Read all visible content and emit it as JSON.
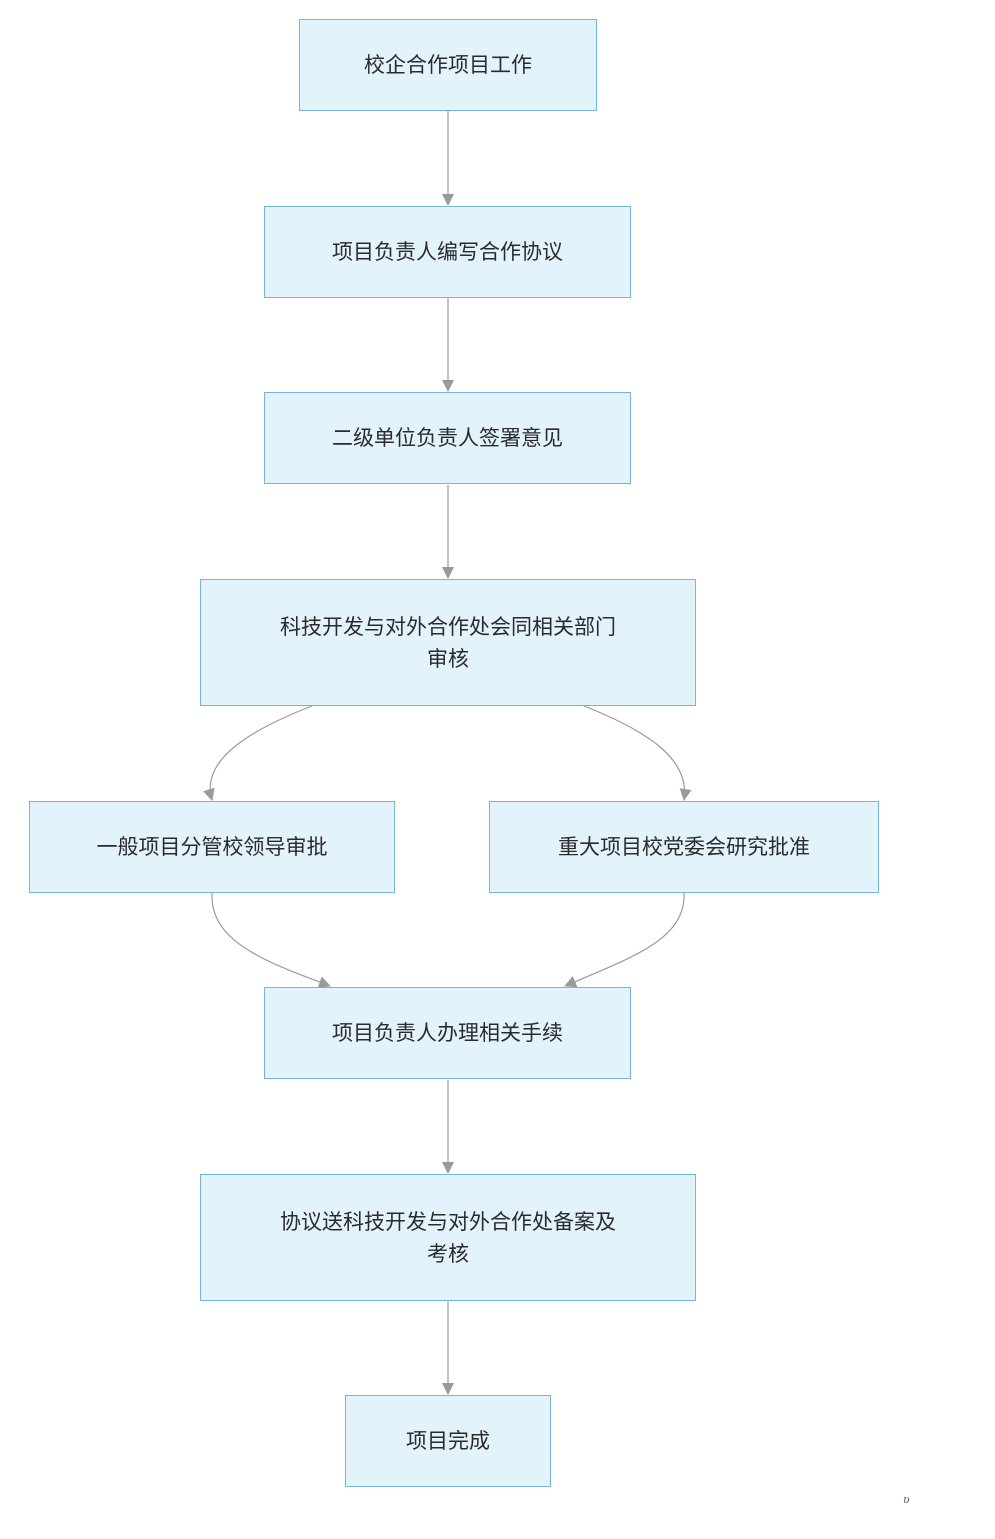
{
  "diagram": {
    "type": "flowchart",
    "colors": {
      "node_fill": "#e3f3fb",
      "node_border": "#76b5df",
      "edge": "#9a9a9a",
      "text": "#2b2b2b"
    },
    "nodes": {
      "start": "校企合作项目工作",
      "draft": "项目负责人编写合作协议",
      "sign": "二级单位负责人签署意见",
      "review_line1": "科技开发与对外合作处会同相关部门",
      "review_line2": "审核",
      "general": "一般项目分管校领导审批",
      "major": "重大项目校党委会研究批准",
      "process": "项目负责人办理相关手续",
      "file_line1": "协议送科技开发与对外合作处备案及",
      "file_line2": "考核",
      "done": "项目完成"
    },
    "edges": [
      [
        "start",
        "draft"
      ],
      [
        "draft",
        "sign"
      ],
      [
        "sign",
        "review"
      ],
      [
        "review",
        "general"
      ],
      [
        "review",
        "major"
      ],
      [
        "general",
        "process"
      ],
      [
        "major",
        "process"
      ],
      [
        "process",
        "file"
      ],
      [
        "file",
        "done"
      ]
    ]
  },
  "corner_mark": "ʋ"
}
